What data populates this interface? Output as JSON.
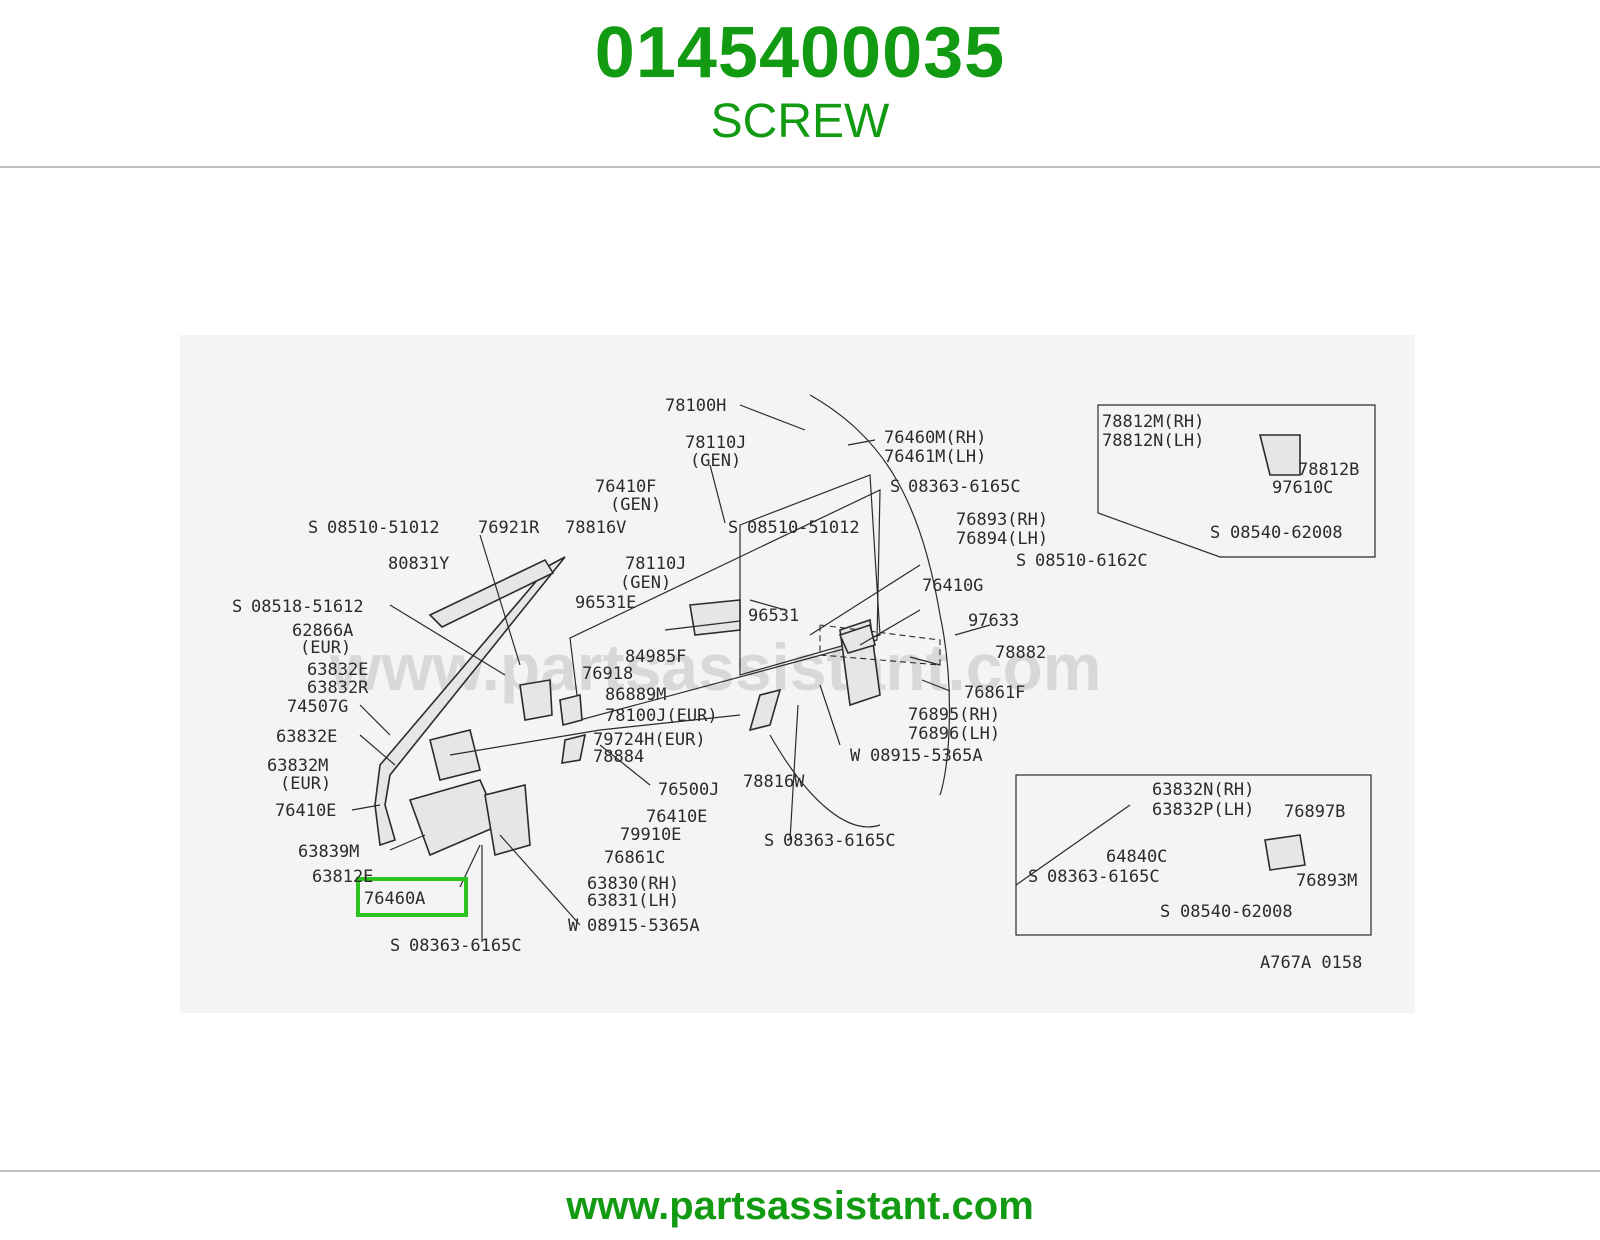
{
  "header": {
    "part_number": "0145400035",
    "part_name": "SCREW"
  },
  "footer": {
    "website": "www.partsassistant.com"
  },
  "diagram": {
    "watermark": "www.partsassistant.com",
    "code": "A767A 0158",
    "highlighted_label": "76460A",
    "labels": {
      "l78100H": "78100H",
      "l78110J_a": "78110J",
      "l_gen_a": "(GEN)",
      "l76460M": "76460M(RH)",
      "l76461M": "76461M(LH)",
      "l76410F": "76410F",
      "l_gen_b": "(GEN)",
      "l08363_a": "08363-6165C",
      "l08510_a": "08510-51012",
      "l76921R": "76921R",
      "l78816V": "78816V",
      "l08510_b": "08510-51012",
      "l76893": "76893(RH)",
      "l76894": "76894(LH)",
      "l80831Y": "80831Y",
      "l78110J_b": "78110J",
      "l_gen_c": "(GEN)",
      "l08510_c": "08510-6162C",
      "l08518": "08518-51612",
      "l96531E": "96531E",
      "l96531": "96531",
      "l76410G": "76410G",
      "l62866A": "62866A",
      "l_eur_a": "(EUR)",
      "l97633": "97633",
      "l84985F": "84985F",
      "l78882": "78882",
      "l63832E_a": "63832E",
      "l76918": "76918",
      "l63832R": "63832R",
      "l86889M": "86889M",
      "l76861F": "76861F",
      "l74507G": "74507G",
      "l78100J": "78100J(EUR)",
      "l76895": "76895(RH)",
      "l76896": "76896(LH)",
      "l63832E_b": "63832E",
      "l79724H": "79724H(EUR)",
      "l08915_a": "08915-5365A",
      "l63832M": "63832M",
      "l78884": "78884",
      "l_eur_b": "(EUR)",
      "l78816W": "78816W",
      "l76500J": "76500J",
      "l76410E_a": "76410E",
      "l76410E_b": "76410E",
      "l79910E": "79910E",
      "l63839M": "63839M",
      "l76861C": "76861C",
      "l08363_b": "08363-6165C",
      "l63812": "63812E",
      "l63830": "63830(RH)",
      "l63831": "63831(LH)",
      "l76460A": "76460A",
      "l08915_b": "08915-5365A",
      "l08363_c": "08363-6165C",
      "l78812M": "78812M(RH)",
      "l78812N": "78812N(LH)",
      "l78812B": "78812B",
      "l97610C": "97610C",
      "l08540_a": "08540-62008",
      "l63832N": "63832N(RH)",
      "l63832P": "63832P(LH)",
      "l76897B": "76897B",
      "l64840C": "64840C",
      "l08363_d": "08363-6165C",
      "l76893M": "76893M",
      "l08540_b": "08540-62008"
    },
    "prefix_symbols": {
      "s": "S",
      "w": "W"
    }
  }
}
